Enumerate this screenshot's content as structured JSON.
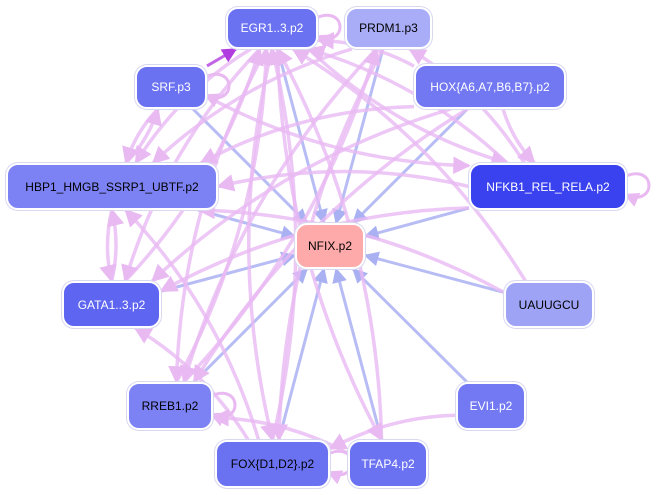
{
  "nodes": [
    {
      "id": "egr",
      "label": "EGR1..3.p2",
      "fill": "#6b72f2",
      "text": "#ffffff"
    },
    {
      "id": "prdm",
      "label": "PRDM1.p3",
      "fill": "#a9adf7",
      "text": "#000000"
    },
    {
      "id": "srf",
      "label": "SRF.p3",
      "fill": "#6b72f2",
      "text": "#ffffff"
    },
    {
      "id": "hox",
      "label": "HOX{A6,A7,B6,B7}.p2",
      "fill": "#7278f2",
      "text": "#ffffff"
    },
    {
      "id": "hbp",
      "label": "HBP1_HMGB_SSRP1_UBTF.p2",
      "fill": "#7c82f3",
      "text": "#000000"
    },
    {
      "id": "nfkb",
      "label": "NFKB1_REL_RELA.p2",
      "fill": "#3a41ef",
      "text": "#ffffff"
    },
    {
      "id": "nfix",
      "label": "NFIX.p2",
      "fill": "#ffaaaa",
      "text": "#000000"
    },
    {
      "id": "gata",
      "label": "GATA1..3.p2",
      "fill": "#5e65f1",
      "text": "#ffffff"
    },
    {
      "id": "uauu",
      "label": "UAUUGCU",
      "fill": "#9fa3f6",
      "text": "#000000"
    },
    {
      "id": "rreb",
      "label": "RREB1.p2",
      "fill": "#7c82f3",
      "text": "#000000"
    },
    {
      "id": "evi",
      "label": "EVI1.p2",
      "fill": "#7379f2",
      "text": "#ffffff"
    },
    {
      "id": "fox",
      "label": "FOX{D1,D2}.p2",
      "fill": "#6b72f2",
      "text": "#000000"
    },
    {
      "id": "tfap",
      "label": "TFAP4.p2",
      "fill": "#6b72f2",
      "text": "#ffffff"
    }
  ],
  "edges": [
    {
      "from": "egr",
      "to": "nfix",
      "kind": "blue"
    },
    {
      "from": "prdm",
      "to": "nfix",
      "kind": "blue"
    },
    {
      "from": "srf",
      "to": "nfix",
      "kind": "blue"
    },
    {
      "from": "hox",
      "to": "nfix",
      "kind": "blue"
    },
    {
      "from": "hbp",
      "to": "nfix",
      "kind": "blue"
    },
    {
      "from": "nfkb",
      "to": "nfix",
      "kind": "blue"
    },
    {
      "from": "gata",
      "to": "nfix",
      "kind": "blue"
    },
    {
      "from": "uauu",
      "to": "nfix",
      "kind": "blue"
    },
    {
      "from": "rreb",
      "to": "nfix",
      "kind": "blue"
    },
    {
      "from": "evi",
      "to": "nfix",
      "kind": "blue"
    },
    {
      "from": "fox",
      "to": "nfix",
      "kind": "blue"
    },
    {
      "from": "tfap",
      "to": "nfix",
      "kind": "blue"
    },
    {
      "from": "srf",
      "to": "egr",
      "kind": "purple"
    },
    {
      "from": "egr",
      "to": "gata",
      "kind": "pink"
    },
    {
      "from": "egr",
      "to": "rreb",
      "kind": "pink"
    },
    {
      "from": "egr",
      "to": "fox",
      "kind": "pink"
    },
    {
      "from": "egr",
      "to": "hbp",
      "kind": "pink"
    },
    {
      "from": "egr",
      "to": "nfkb",
      "kind": "pink"
    },
    {
      "from": "egr",
      "to": "tfap",
      "kind": "pink"
    },
    {
      "from": "prdm",
      "to": "hbp",
      "kind": "pink"
    },
    {
      "from": "prdm",
      "to": "rreb",
      "kind": "pink"
    },
    {
      "from": "prdm",
      "to": "fox",
      "kind": "pink"
    },
    {
      "from": "hox",
      "to": "egr",
      "kind": "pink"
    },
    {
      "from": "hox",
      "to": "hbp",
      "kind": "pink"
    },
    {
      "from": "hox",
      "to": "gata",
      "kind": "pink"
    },
    {
      "from": "hox",
      "to": "rreb",
      "kind": "pink"
    },
    {
      "from": "hox",
      "to": "nfkb",
      "kind": "pink"
    },
    {
      "from": "hbp",
      "to": "gata",
      "kind": "pink"
    },
    {
      "from": "hbp",
      "to": "srf",
      "kind": "pink"
    },
    {
      "from": "nfkb",
      "to": "egr",
      "kind": "pink"
    },
    {
      "from": "nfkb",
      "to": "hbp",
      "kind": "pink"
    },
    {
      "from": "nfkb",
      "to": "gata",
      "kind": "pink"
    },
    {
      "from": "nfkb",
      "to": "prdm",
      "kind": "pink"
    },
    {
      "from": "uauu",
      "to": "egr",
      "kind": "pink"
    },
    {
      "from": "uauu",
      "to": "hbp",
      "kind": "pink"
    },
    {
      "from": "gata",
      "to": "hbp",
      "kind": "pink"
    },
    {
      "from": "gata",
      "to": "egr",
      "kind": "pink"
    },
    {
      "from": "rreb",
      "to": "egr",
      "kind": "pink"
    },
    {
      "from": "rreb",
      "to": "prdm",
      "kind": "pink"
    },
    {
      "from": "fox",
      "to": "egr",
      "kind": "pink"
    },
    {
      "from": "fox",
      "to": "hbp",
      "kind": "pink"
    },
    {
      "from": "fox",
      "to": "gata",
      "kind": "pink"
    },
    {
      "from": "tfap",
      "to": "egr",
      "kind": "pink"
    },
    {
      "from": "tfap",
      "to": "rreb",
      "kind": "pink"
    },
    {
      "from": "evi",
      "to": "fox",
      "kind": "pink"
    },
    {
      "from": "srf",
      "to": "hbp",
      "kind": "pink"
    },
    {
      "from": "srf",
      "to": "nfkb",
      "kind": "pink"
    }
  ],
  "self_loops": [
    "egr",
    "srf",
    "nfkb",
    "rreb",
    "fox"
  ],
  "colors": {
    "blue_edge": "#aab1f2",
    "pink_edge": "#e9b9f2",
    "purple_edge": "#b13de0"
  }
}
